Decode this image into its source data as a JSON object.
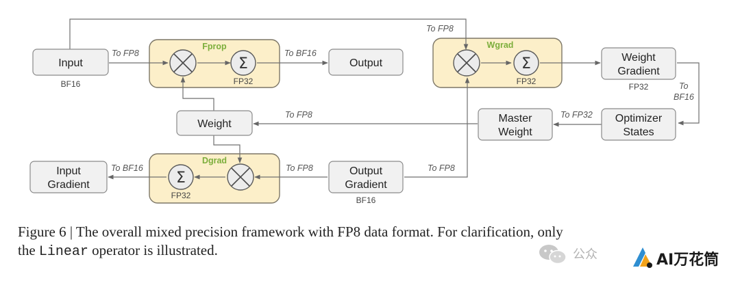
{
  "nodes": {
    "input": "Input",
    "output": "Output",
    "weight": "Weight",
    "weight_gradient": [
      "Weight",
      "Gradient"
    ],
    "master_weight": [
      "Master",
      "Weight"
    ],
    "optimizer_states": [
      "Optimizer",
      "States"
    ],
    "output_gradient": [
      "Output",
      "Gradient"
    ],
    "input_gradient": [
      "Input",
      "Gradient"
    ]
  },
  "groups": {
    "fprop": "Fprop",
    "wgrad": "Wgrad",
    "dgrad": "Dgrad"
  },
  "precision_labels": {
    "input": "BF16",
    "fprop_sum": "FP32",
    "wgrad_sum": "FP32",
    "weight_gradient": "FP32",
    "output_gradient": "BF16",
    "dgrad_sum": "FP32"
  },
  "edge_labels": {
    "input_to_fprop": "To FP8",
    "fprop_to_output": "To BF16",
    "input_to_wgrad": "To FP8",
    "wgrad_grad_to_optimizer": [
      "To",
      "BF16"
    ],
    "optimizer_to_master": "To FP32",
    "master_to_weight": "To FP8",
    "outgrad_to_dgrad": "To FP8",
    "outgrad_to_wgrad": "To FP8",
    "dgrad_to_input_grad": "To BF16"
  },
  "sigma_symbol": "Σ",
  "caption": {
    "line1": "Figure 6 | The overall mixed precision framework with FP8 data format. For clarification, only",
    "line2_pre": "the ",
    "line2_code": "Linear",
    "line2_post": " operator is illustrated."
  },
  "watermark": {
    "text": "公众",
    "brand": "AI万花筒"
  }
}
